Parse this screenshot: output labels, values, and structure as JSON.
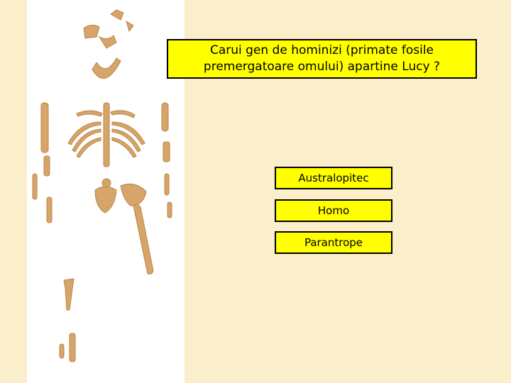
{
  "question": {
    "line1": "Carui gen de hominizi (primate fosile",
    "line2": "premergatoare omului) apartine Lucy ?"
  },
  "answers": [
    {
      "label": "Australopitec"
    },
    {
      "label": "Homo"
    },
    {
      "label": "Parantrope"
    }
  ],
  "image": {
    "subject": "skeleton-fossil"
  },
  "colors": {
    "background": "#fbeecb",
    "button_fill": "#ffff00",
    "bone": "#d9a86a"
  }
}
